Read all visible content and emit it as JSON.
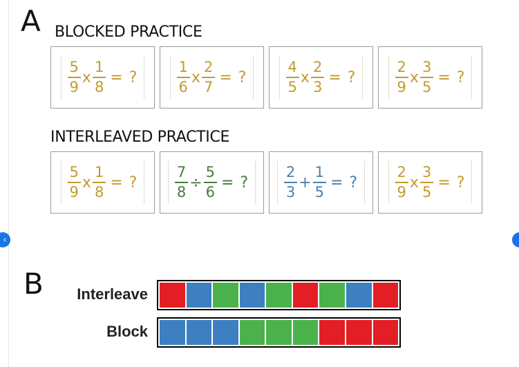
{
  "panel_a": {
    "letter": "A",
    "blocked": {
      "heading": "BLOCKED PRACTICE",
      "cards": [
        {
          "num1": "5",
          "den1": "9",
          "op": "x",
          "num2": "1",
          "den2": "8",
          "tail": "= ?",
          "color": "#c49a2e"
        },
        {
          "num1": "1",
          "den1": "6",
          "op": "x",
          "num2": "2",
          "den2": "7",
          "tail": "= ?",
          "color": "#c49a2e"
        },
        {
          "num1": "4",
          "den1": "5",
          "op": "x",
          "num2": "2",
          "den2": "3",
          "tail": "= ?",
          "color": "#c49a2e"
        },
        {
          "num1": "2",
          "den1": "9",
          "op": "x",
          "num2": "3",
          "den2": "5",
          "tail": "= ?",
          "color": "#c49a2e"
        }
      ]
    },
    "interleaved": {
      "heading": "INTERLEAVED PRACTICE",
      "cards": [
        {
          "num1": "5",
          "den1": "9",
          "op": "x",
          "num2": "1",
          "den2": "8",
          "tail": "= ?",
          "color": "#c49a2e"
        },
        {
          "num1": "7",
          "den1": "8",
          "op": "÷",
          "num2": "5",
          "den2": "6",
          "tail": "= ?",
          "color": "#4a7a3a"
        },
        {
          "num1": "2",
          "den1": "3",
          "op": "+",
          "num2": "1",
          "den2": "5",
          "tail": "= ?",
          "color": "#4d7fa8"
        },
        {
          "num1": "2",
          "den1": "9",
          "op": "x",
          "num2": "3",
          "den2": "5",
          "tail": "= ?",
          "color": "#c49a2e"
        }
      ]
    }
  },
  "nav": {
    "prev_icon": "chevron-left-icon",
    "prev_glyph": "‹",
    "next_icon": "chevron-right-icon",
    "color": "#1a73e8"
  },
  "panel_b": {
    "letter": "B",
    "colors": {
      "red": "#e31e24",
      "blue": "#3d7fc1",
      "green": "#4bb24b"
    },
    "rows": [
      {
        "label": "Interleave",
        "sequence": [
          "red",
          "blue",
          "green",
          "blue",
          "green",
          "red",
          "green",
          "blue",
          "red"
        ]
      },
      {
        "label": "Block",
        "sequence": [
          "blue",
          "blue",
          "blue",
          "green",
          "green",
          "green",
          "red",
          "red",
          "red"
        ]
      }
    ]
  }
}
